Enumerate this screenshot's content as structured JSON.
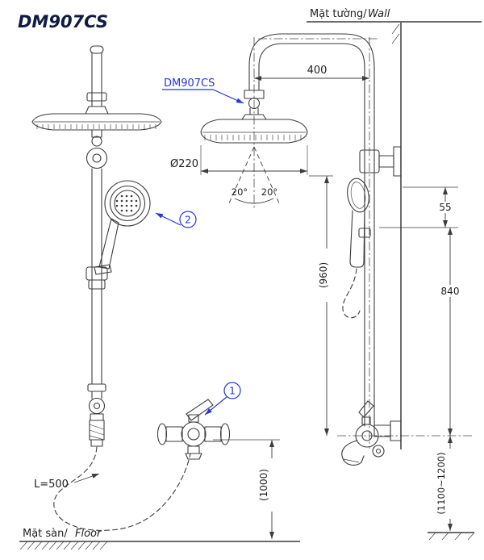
{
  "title": "DM907CS",
  "labels": {
    "wall_vi": "Mặt tường/",
    "wall_en": "Wall",
    "floor_vi": "Mặt sàn/",
    "floor_en": "Floor",
    "model_callout": "DM907CS",
    "hose_length": "L=500"
  },
  "dimensions": {
    "arm_reach": "400",
    "head_diameter": "Ø220",
    "spray_angle_left": "20°",
    "spray_angle_right": "20°",
    "wall_offset": "55",
    "column_height": "840",
    "head_to_mixer": "(960)",
    "mixer_to_floor": "(1000)",
    "install_range": "(1100~1200)"
  },
  "markers": {
    "mixer_valve": "1",
    "hand_shower": "2"
  },
  "colors": {
    "line": "#3c3c3c",
    "accent": "#2437d4",
    "title": "#101a43"
  }
}
